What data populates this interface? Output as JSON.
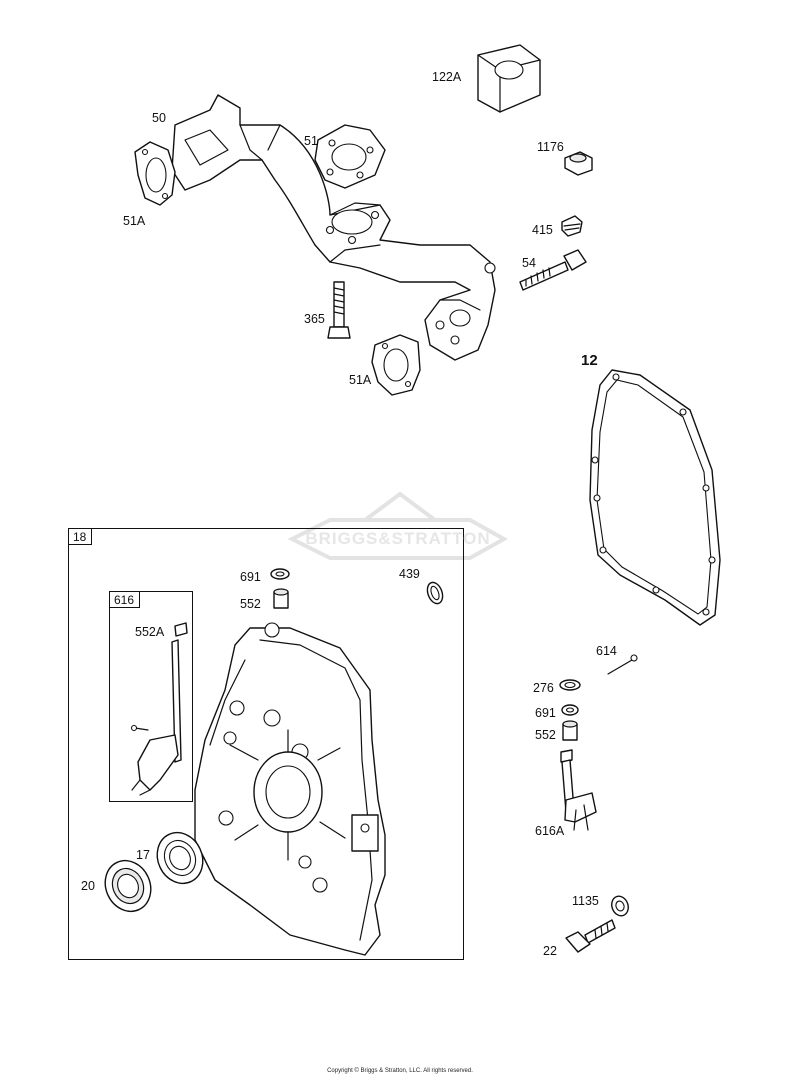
{
  "labels": {
    "p122A": "122A",
    "p50": "50",
    "p51": "51",
    "p1176": "1176",
    "p51A_top": "51A",
    "p415": "415",
    "p54": "54",
    "p365": "365",
    "p51A_bottom": "51A",
    "p12": "12",
    "p691_box": "691",
    "p439": "439",
    "p552_box": "552",
    "p552A": "552A",
    "p614": "614",
    "p276": "276",
    "p691": "691",
    "p552": "552",
    "p616A": "616A",
    "p17": "17",
    "p20": "20",
    "p1135": "1135",
    "p22": "22"
  },
  "boxes": {
    "outer_tag": "18",
    "inner_tag": "616"
  },
  "watermark": "BRIGGS&STRATTON",
  "copyright": "Copyright © Briggs & Stratton, LLC. All rights reserved."
}
